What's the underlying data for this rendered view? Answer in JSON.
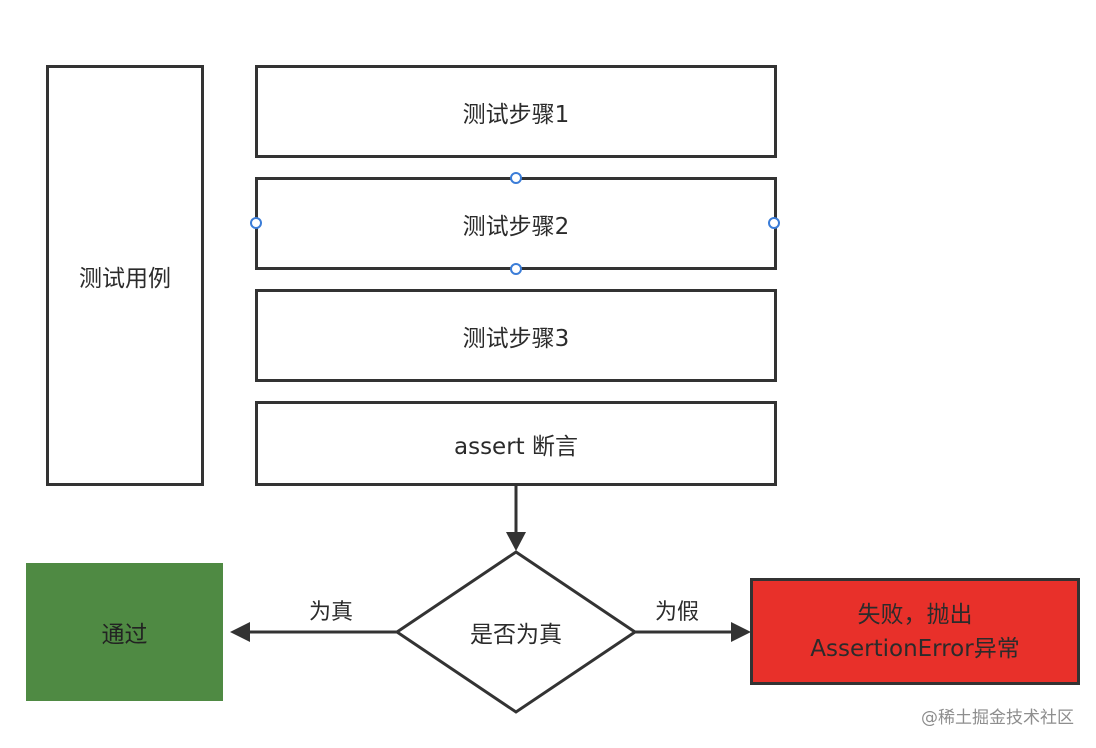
{
  "nodes": {
    "test_case": "测试用例",
    "step1": "测试步骤1",
    "step2": "测试步骤2",
    "step3": "测试步骤3",
    "assert": "assert 断言",
    "decision": "是否为真",
    "pass": "通过",
    "fail_line1": "失败，抛出",
    "fail_line2": "AssertionError异常"
  },
  "edges": {
    "true_label": "为真",
    "false_label": "为假"
  },
  "watermark": "@稀土掘金技术社区",
  "colors": {
    "pass_fill": "#4f8a43",
    "fail_fill": "#e8302a",
    "stroke": "#333333",
    "handle": "#3b7dd8"
  }
}
